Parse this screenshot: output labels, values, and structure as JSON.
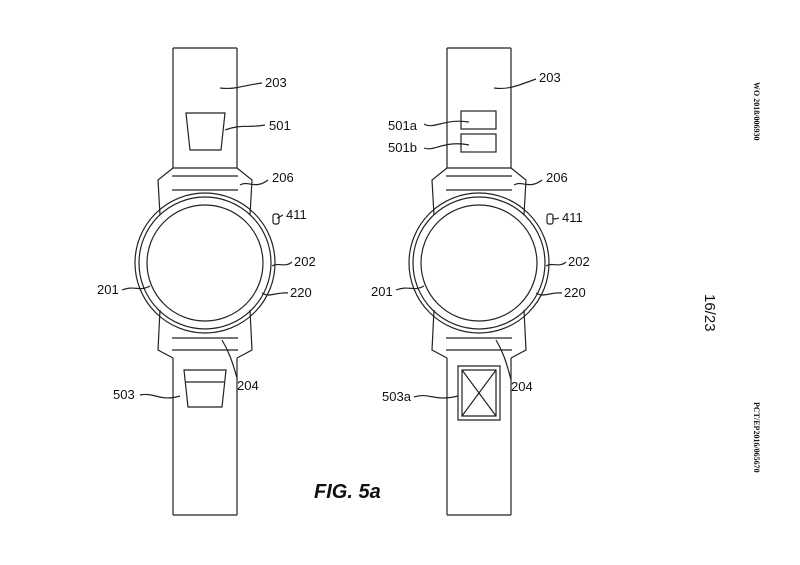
{
  "figure": {
    "title": "FIG. 5a",
    "page_number": "16/23",
    "publication_number": "WO 2018/006930",
    "application_number": "PCT/EP2016/065670"
  },
  "left_watch": {
    "labels": {
      "strap_top": "203",
      "sensor_top": "501",
      "case": "206",
      "button": "411",
      "bezel": "202",
      "glass": "220",
      "display": "201",
      "strap_bottom": "204",
      "sensor_bottom": "503"
    }
  },
  "right_watch": {
    "labels": {
      "strap_top": "203",
      "sensor_a": "501a",
      "sensor_b": "501b",
      "case": "206",
      "button": "411",
      "bezel": "202",
      "glass": "220",
      "display": "201",
      "strap_bottom": "204",
      "sensor_bottom": "503a"
    }
  }
}
